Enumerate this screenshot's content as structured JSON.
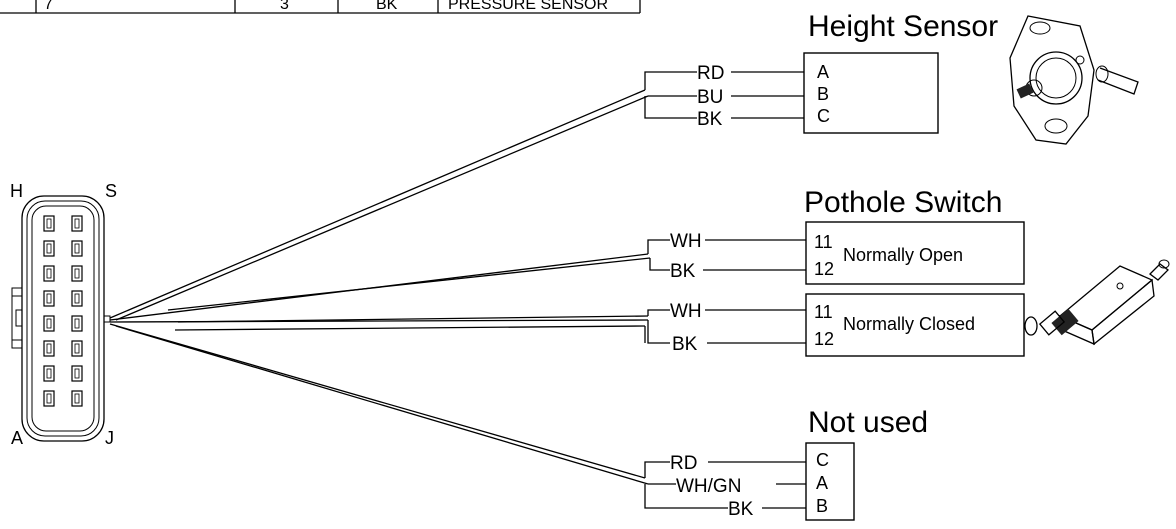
{
  "table_row": {
    "cells": [
      "7",
      "3",
      "BK",
      "PRESSURE SENSOR"
    ]
  },
  "connector": {
    "labels": {
      "top_left": "H",
      "top_right": "S",
      "bottom_left": "A",
      "bottom_right": "J"
    }
  },
  "height_sensor": {
    "title": "Height Sensor",
    "wires": [
      "RD",
      "BU",
      "BK"
    ],
    "pins": [
      "A",
      "B",
      "C"
    ]
  },
  "pothole_switch": {
    "title": "Pothole Switch",
    "open": {
      "wires": [
        "WH",
        "BK"
      ],
      "pins": [
        "11",
        "12"
      ],
      "label": "Normally Open"
    },
    "closed": {
      "wires": [
        "WH",
        "BK"
      ],
      "pins": [
        "11",
        "12"
      ],
      "label": "Normally Closed"
    }
  },
  "not_used": {
    "title": "Not used",
    "wires": [
      "RD",
      "WH/GN",
      "BK"
    ],
    "pins": [
      "C",
      "A",
      "B"
    ]
  },
  "icons": [
    "height-sensor-icon",
    "pothole-switch-icon",
    "connector-icon"
  ]
}
